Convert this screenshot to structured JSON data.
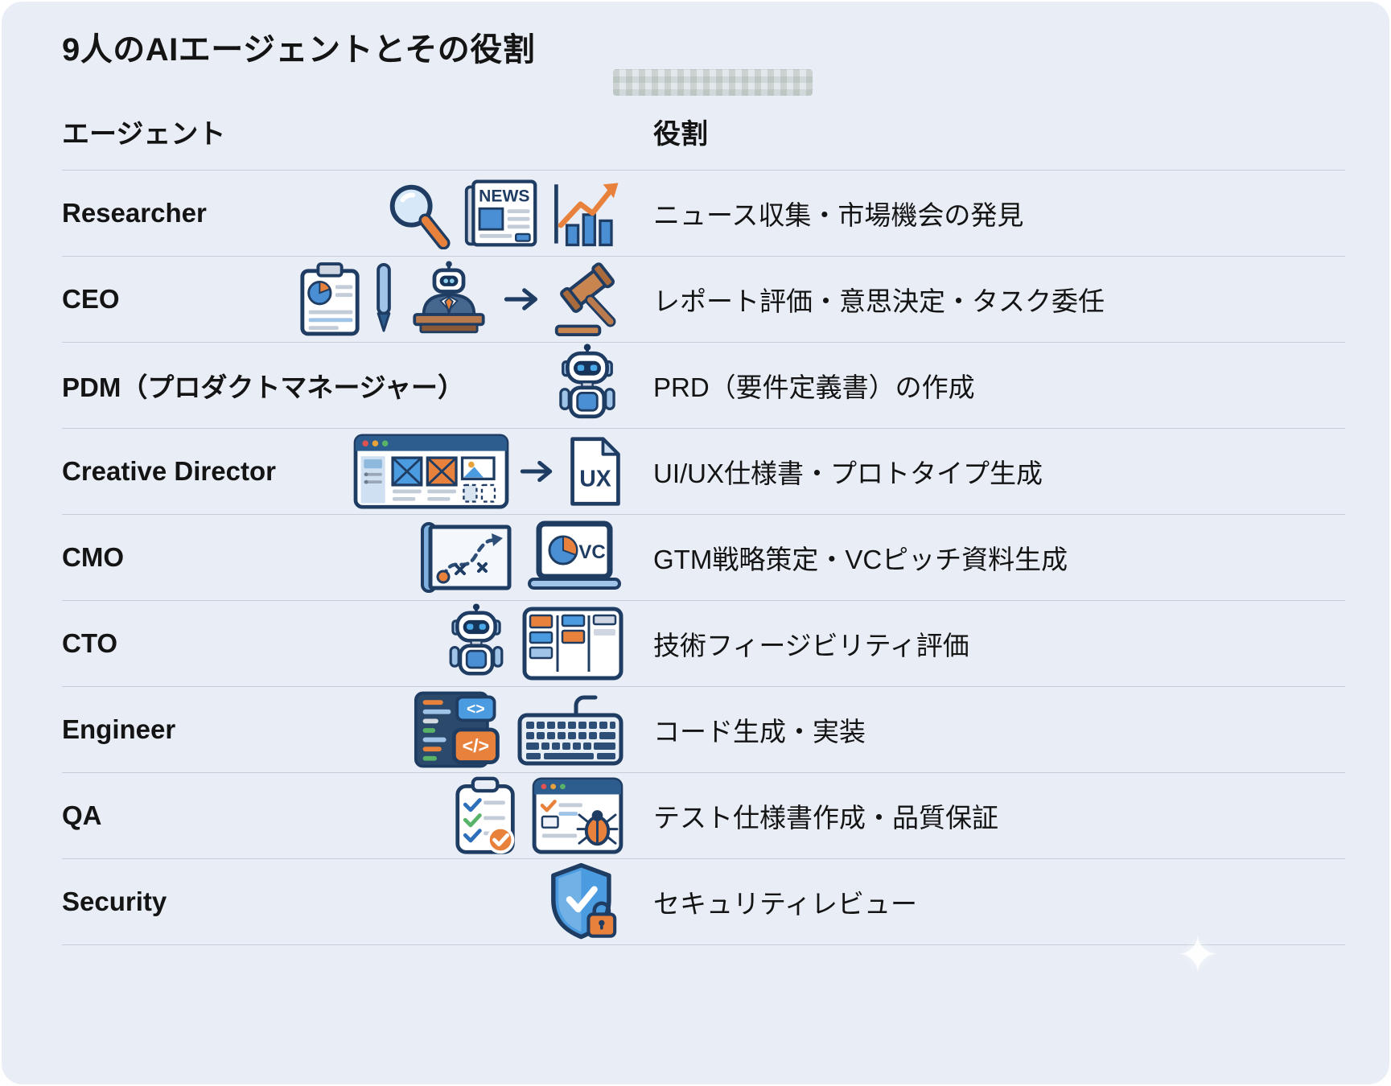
{
  "page": {
    "title": "9人のAIエージェントとその役割"
  },
  "table": {
    "headers": {
      "agent": "エージェント",
      "role": "役割"
    },
    "rows": [
      {
        "agent": "Researcher",
        "role": "ニュース収集・市場機会の発見",
        "icons": [
          "magnifier-icon",
          "news-icon",
          "bar-chart-growth-icon"
        ]
      },
      {
        "agent": "CEO",
        "role": "レポート評価・意思決定・タスク委任",
        "icons": [
          "clipboard-pie-icon",
          "pen-icon",
          "robot-desk-icon",
          "arrow-right-icon",
          "gavel-icon"
        ]
      },
      {
        "agent": "PDM（プロダクトマネージャー）",
        "role": "PRD（要件定義書）の作成",
        "icons": [
          "robot-icon"
        ]
      },
      {
        "agent": "Creative Director",
        "role": "UI/UX仕様書・プロトタイプ生成",
        "icons": [
          "wireframe-browser-icon",
          "arrow-right-icon",
          "ux-document-icon"
        ]
      },
      {
        "agent": "CMO",
        "role": "GTM戦略策定・VCピッチ資料生成",
        "icons": [
          "strategy-map-icon",
          "vc-laptop-icon"
        ]
      },
      {
        "agent": "CTO",
        "role": "技術フィージビリティ評価",
        "icons": [
          "robot-icon",
          "kanban-board-icon"
        ]
      },
      {
        "agent": "Engineer",
        "role": "コード生成・実装",
        "icons": [
          "code-editor-icon",
          "keyboard-icon"
        ]
      },
      {
        "agent": "QA",
        "role": "テスト仕様書作成・品質保証",
        "icons": [
          "checklist-icon",
          "bug-report-window-icon"
        ]
      },
      {
        "agent": "Security",
        "role": "セキュリティレビュー",
        "icons": [
          "shield-lock-icon"
        ]
      }
    ]
  },
  "icon_labels": {
    "news": "NEWS",
    "ux": "UX",
    "vc": "VC",
    "code_badge_top": "<>",
    "code_badge": "</>"
  },
  "colors": {
    "background": "#e9eef6",
    "divider": "#c7cdd8",
    "text": "#141414",
    "navy": "#1f3c63",
    "blue": "#4a8fd3",
    "light_blue": "#aecdee",
    "orange": "#e8813c",
    "brown": "#b97a4e",
    "dot_red": "#e05252",
    "dot_yellow": "#e8a23c",
    "dot_green": "#58b368"
  }
}
